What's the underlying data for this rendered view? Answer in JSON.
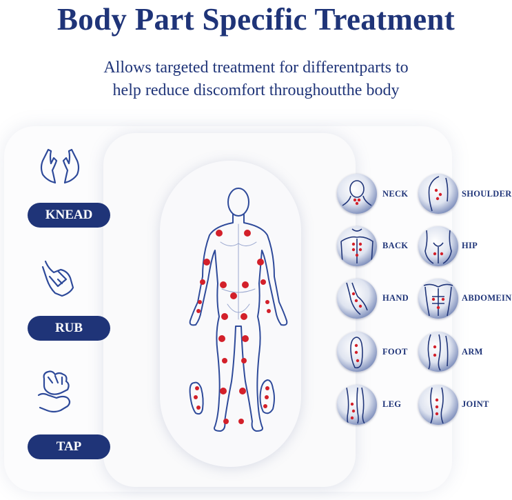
{
  "header": {
    "title": "Body Part Specific Treatment",
    "subtitle_line1": "Allows targeted treatment for differentparts to",
    "subtitle_line2": "help reduce discomfort throughoutthe body"
  },
  "techniques": [
    {
      "label": "KNEAD",
      "icon": "kneading-hands-icon"
    },
    {
      "label": "RUB",
      "icon": "rubbing-hand-icon"
    },
    {
      "label": "TAP",
      "icon": "tapping-fist-icon"
    }
  ],
  "body_parts": [
    {
      "label": "NECK",
      "icon": "neck-icon"
    },
    {
      "label": "SHOULDER",
      "icon": "shoulder-icon"
    },
    {
      "label": "BACK",
      "icon": "back-icon"
    },
    {
      "label": "HIP",
      "icon": "hip-icon"
    },
    {
      "label": "HAND",
      "icon": "hand-icon"
    },
    {
      "label": "ABDOMEIN",
      "icon": "abdomen-icon"
    },
    {
      "label": "FOOT",
      "icon": "foot-icon"
    },
    {
      "label": "ARM",
      "icon": "arm-icon"
    },
    {
      "label": "LEG",
      "icon": "leg-icon"
    },
    {
      "label": "JOINT",
      "icon": "joint-icon"
    }
  ],
  "colors": {
    "brand": "#1f3478",
    "point": "#d3202a",
    "outline": "#2e4a9a"
  }
}
